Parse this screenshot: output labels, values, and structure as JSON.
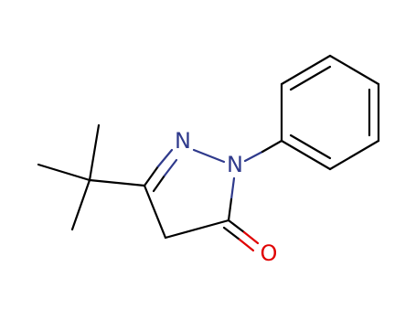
{
  "molecule": {
    "atoms": [
      {
        "symbol": "N",
        "color": "#2f3a8c"
      },
      {
        "symbol": "N",
        "color": "#2f3a8c"
      },
      {
        "symbol": "O",
        "color": "#e00000"
      }
    ],
    "colors": {
      "bond": "#000000",
      "nitrogen": "#2f3a8c",
      "oxygen": "#e00000",
      "background": "#ffffff"
    }
  }
}
